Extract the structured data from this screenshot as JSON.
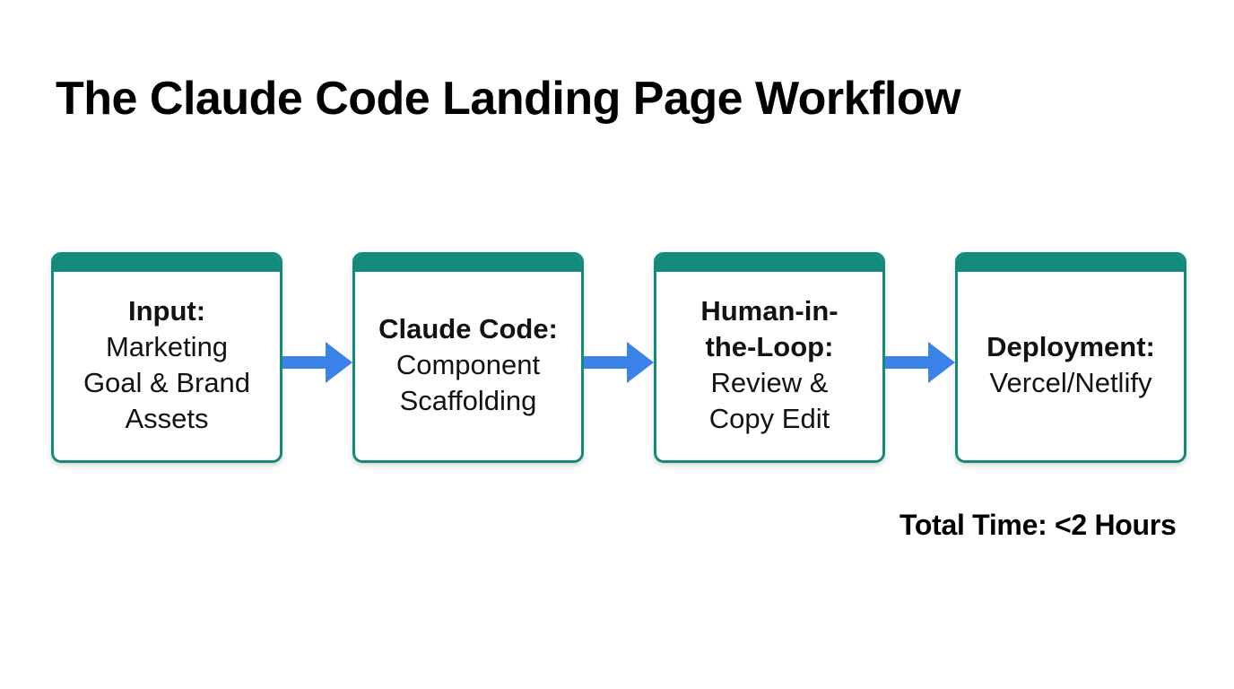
{
  "page": {
    "background_color": "#ffffff"
  },
  "title": "The Claude Code Landing Page Workflow",
  "workflow": {
    "steps": [
      {
        "id": "input",
        "label": "Input:",
        "detail": "Marketing Goal & Brand Assets",
        "lines": [
          "Input:",
          "Marketing",
          "Goal & Brand",
          "Assets"
        ]
      },
      {
        "id": "claude-code",
        "label": "Claude Code:",
        "detail": "Component Scaffolding",
        "lines": [
          "Claude Code:",
          "Component",
          "Scaffolding"
        ]
      },
      {
        "id": "human-in-the-loop",
        "label": "Human-in-the-Loop:",
        "detail": "Review & Copy Edit",
        "lines": [
          "Human-in-",
          "the-Loop:",
          "Review &",
          "Copy Edit"
        ]
      },
      {
        "id": "deployment",
        "label": "Deployment:",
        "detail": "Vercel/Netlify",
        "lines": [
          "Deployment:",
          "Vercel/Netlify"
        ]
      }
    ],
    "connector_icon": "right-arrow"
  },
  "total_time": "Total Time: <2 Hours",
  "colors": {
    "header_teal": "#148A7C",
    "border_teal": "#148A7C",
    "arrow_blue": "#3C82E8",
    "text": "#121212",
    "title": "#000000"
  }
}
